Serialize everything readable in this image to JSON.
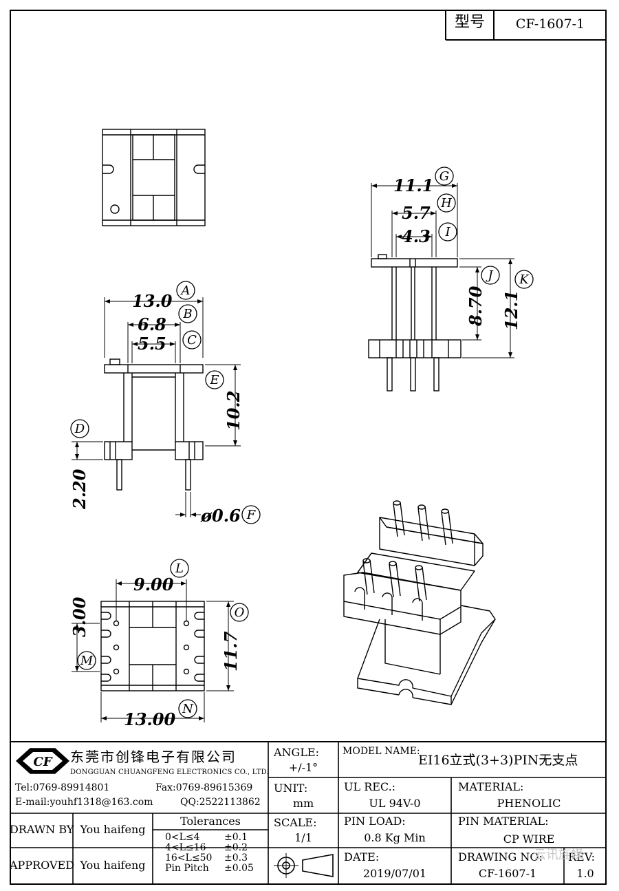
{
  "header": {
    "label_cn": "型号",
    "model_code": "CF-1607-1"
  },
  "dimensions": {
    "A": {
      "value": "13.0",
      "tag": "A"
    },
    "B": {
      "value": "6.8",
      "tag": "B"
    },
    "C": {
      "value": "5.5",
      "tag": "C"
    },
    "D": {
      "value": "2.20",
      "tag": "D"
    },
    "E": {
      "value": "10.2",
      "tag": "E"
    },
    "F": {
      "value": "ø0.6",
      "tag": "F"
    },
    "G": {
      "value": "11.1",
      "tag": "G"
    },
    "H": {
      "value": "5.7",
      "tag": "H"
    },
    "I": {
      "value": "4.3",
      "tag": "I"
    },
    "J": {
      "value": "8.70",
      "tag": "J"
    },
    "K": {
      "value": "12.1",
      "tag": "K"
    },
    "L": {
      "value": "9.00",
      "tag": "L"
    },
    "M": {
      "value": "3.00",
      "tag": "M"
    },
    "N": {
      "value": "13.00",
      "tag": "N"
    },
    "O": {
      "value": "11.7",
      "tag": "O"
    }
  },
  "company": {
    "logo": "CF",
    "name_cn": "东莞市创锋电子有限公司",
    "name_en": "DONGGUAN CHUANGFENG ELECTRONICS CO., LTD.",
    "tel": "Tel:0769-89914801",
    "fax": "Fax:0769-89615369",
    "email": "E-mail:youhf1318@163.com",
    "qq": "QQ:2522113862"
  },
  "title_block": {
    "angle_label": "ANGLE:",
    "angle_value": "+/-1°",
    "model_name_label": "MODEL NAME:",
    "model_name_value": "EI16立式(3+3)PIN无支点",
    "unit_label": "UNIT:",
    "unit_value": "mm",
    "ul_label": "UL REC.:",
    "ul_value": "UL 94V-0",
    "material_label": "MATERIAL:",
    "material_value": "PHENOLIC",
    "drawn_by_label": "DRAWN BY",
    "drawn_by_value": "You haifeng",
    "tolerances_label": "Tolerances",
    "tolerances": [
      {
        "range": "0<L≤4",
        "value": "±0.1"
      },
      {
        "range": "4<L≤16",
        "value": "±0.2"
      },
      {
        "range": "16<L≤50",
        "value": "±0.3"
      },
      {
        "range": "Pin Pitch",
        "value": "±0.05"
      }
    ],
    "scale_label": "SCALE:",
    "scale_value": "1/1",
    "pin_load_label": "PIN LOAD:",
    "pin_load_value": "0.8 Kg Min",
    "pin_material_label": "PIN MATERIAL:",
    "pin_material_value": "CP WIRE",
    "approved_label": "APPROVED",
    "approved_value": "You haifeng",
    "date_label": "DATE:",
    "date_value": "2019/07/01",
    "drawing_no_label": "DRAWING NO:",
    "drawing_no_value": "CF-1607-1",
    "rev_label": "REV:",
    "rev_value": "1.0",
    "watermark": "云讯旌媒"
  }
}
